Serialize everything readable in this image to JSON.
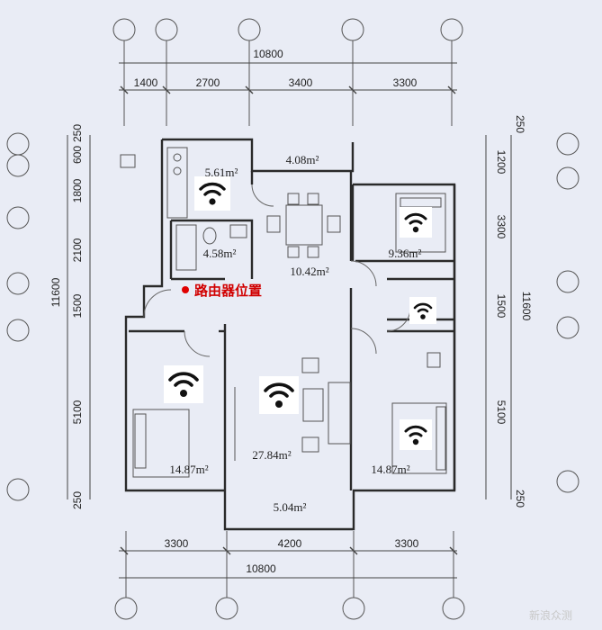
{
  "dimensions": {
    "top_total": "10800",
    "top_segments": [
      "1400",
      "2700",
      "3400",
      "3300"
    ],
    "bottom_segments": [
      "3300",
      "4200",
      "3300"
    ],
    "bottom_total": "10800",
    "left_segments": [
      "250",
      "600",
      "1800",
      "2100",
      "1500",
      "5100",
      "250"
    ],
    "left_total": "11600",
    "right_segments": [
      "250",
      "1200",
      "3300",
      "1500",
      "5100",
      "250"
    ],
    "right_total": "11600"
  },
  "rooms": {
    "kitchen": "5.61m²",
    "balcony_top": "4.08m²",
    "bathroom": "4.58m²",
    "dining": "10.42m²",
    "bedroom_ne": "9.36m²",
    "bedroom_sw": "14.87m²",
    "living": "27.84m²",
    "bedroom_se": "14.87m²",
    "balcony_bottom": "5.04m²"
  },
  "router": {
    "label": "路由器位置",
    "marker_color": "#e00000"
  },
  "watermark": "新浪众测",
  "icons": {
    "wifi": "wifi-icon"
  }
}
